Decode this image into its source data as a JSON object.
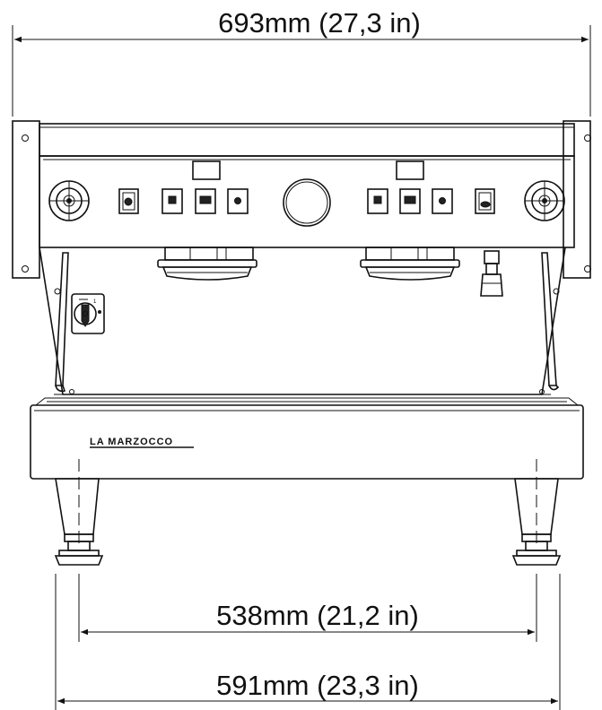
{
  "dimensions": {
    "overall_width": "693mm (27,3 in)",
    "inner_leg_span": "538mm (21,2 in)",
    "outer_leg_span": "591mm (23,3 in)"
  },
  "brand": {
    "logo_text": "LA MARZOCCO"
  },
  "colors": {
    "line": "#111111",
    "background": "#ffffff"
  }
}
